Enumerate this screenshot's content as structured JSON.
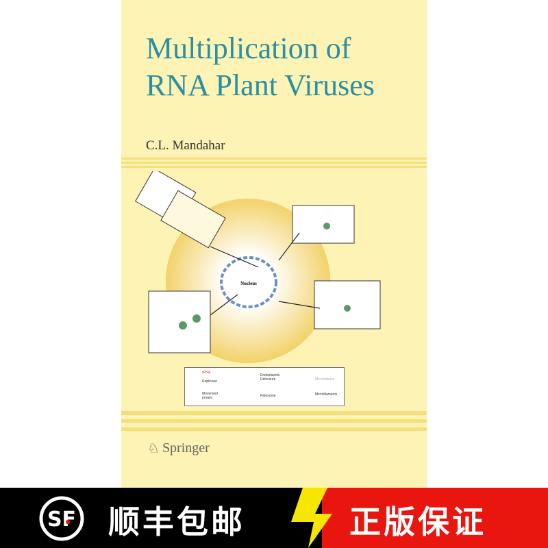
{
  "book": {
    "title_line1": "Multiplication of",
    "title_line2": "RNA Plant Viruses",
    "author": "C.L. Mandahar",
    "publisher": "Springer",
    "diagram": {
      "center_label": "Nucleus",
      "legend": [
        "rRNA",
        "Replicase",
        "Movement protein",
        "Endoplasmic Reticulum",
        "Ribosome",
        "Microtubules",
        "Microfilaments"
      ]
    }
  },
  "banner": {
    "shipping": "顺丰包邮",
    "authentic": "正版保证",
    "logo": "SF"
  },
  "colors": {
    "cover": "#fcf3b4",
    "title": "#2a8ea4",
    "banner_left": "#000000",
    "banner_right": "#e8160f",
    "bolt": "#f7e600"
  }
}
